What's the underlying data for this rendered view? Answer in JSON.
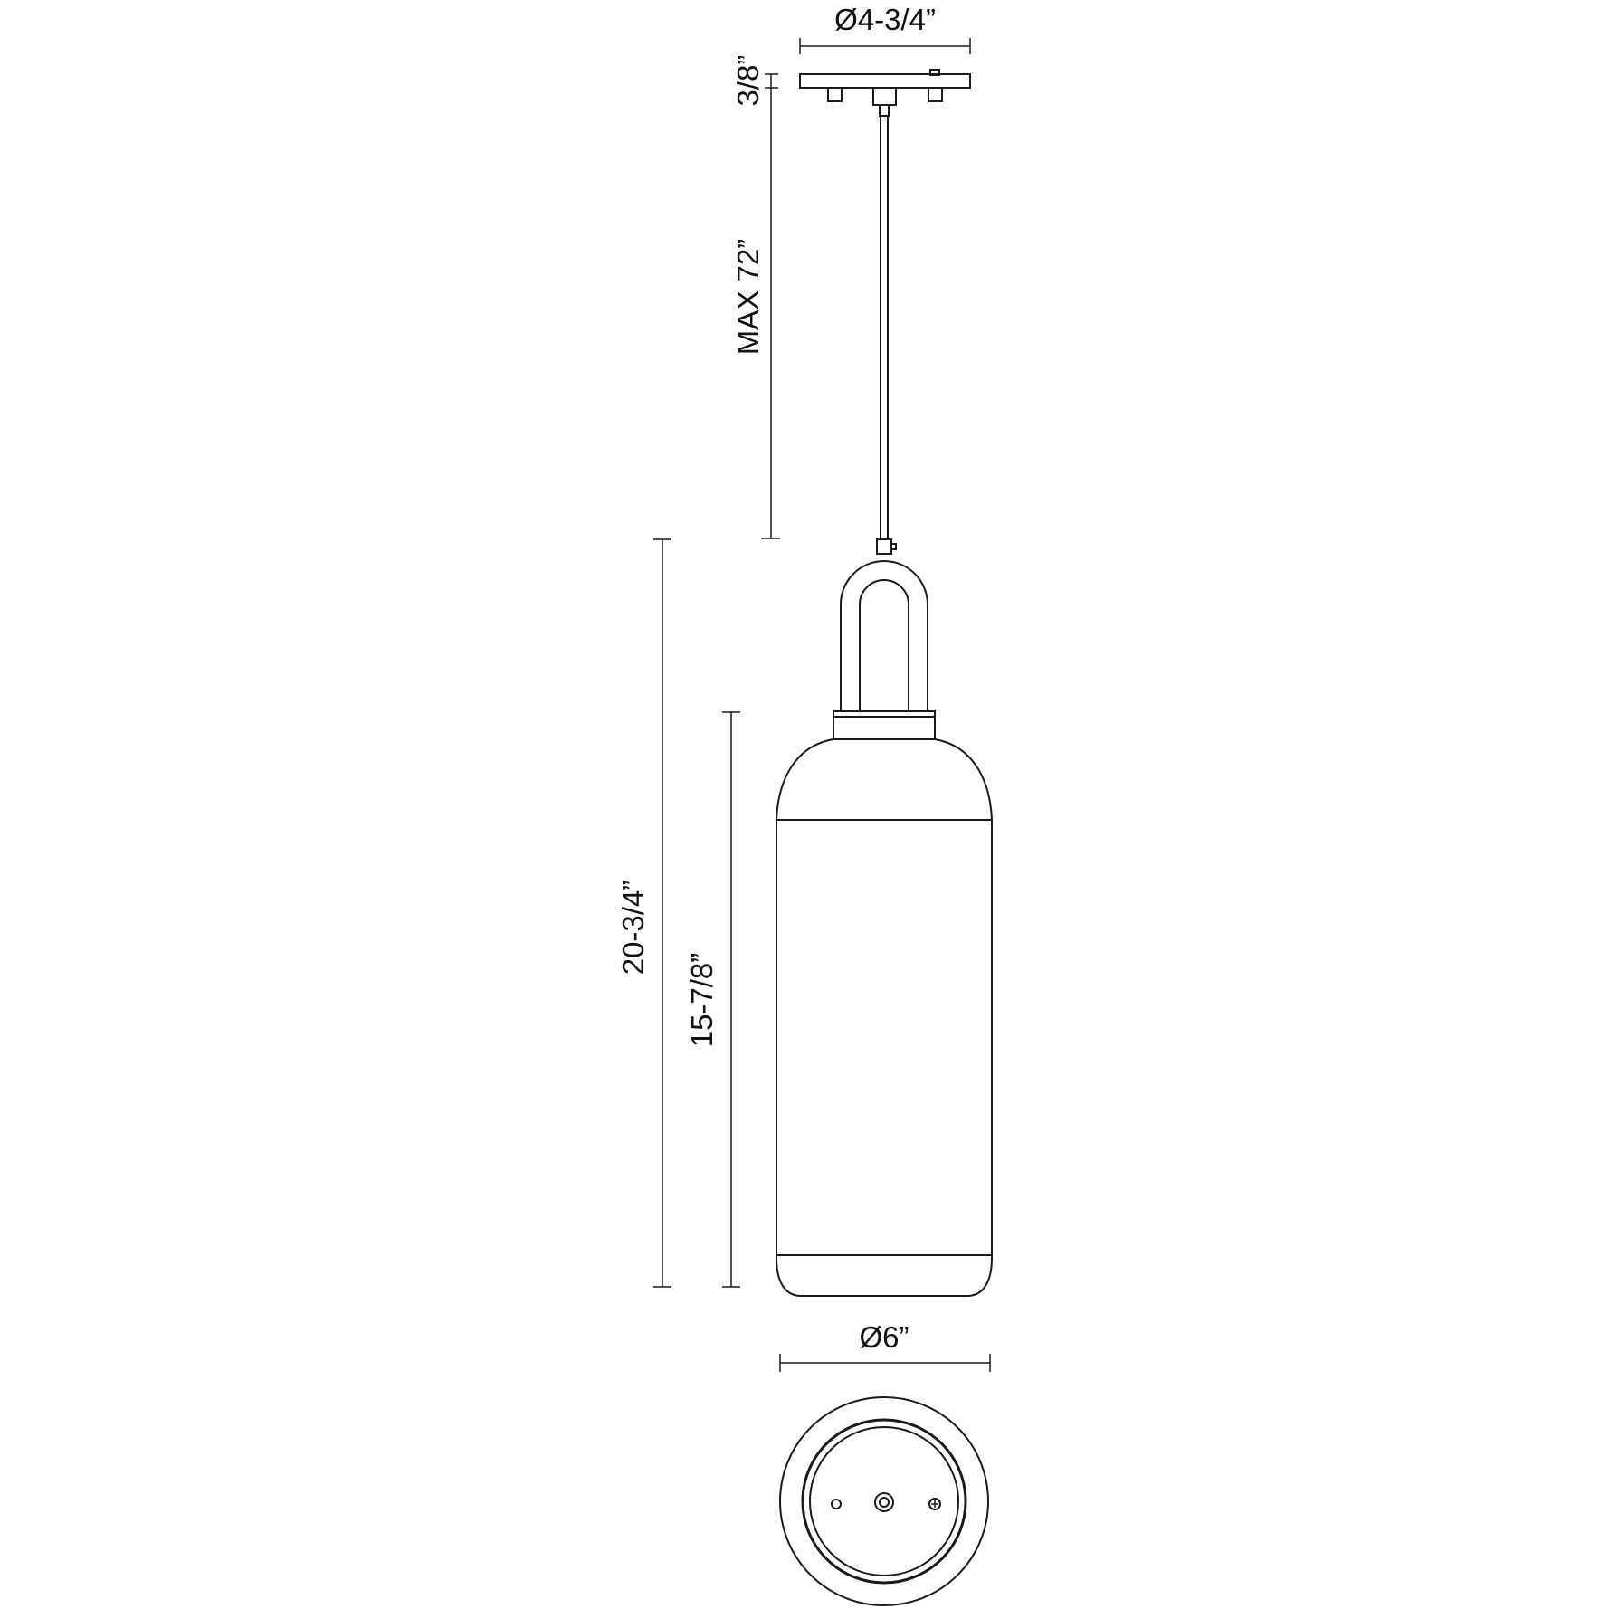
{
  "dimensions": {
    "canopy_diameter": "Ø4-3/4”",
    "canopy_height": "3/8”",
    "max_cord_length": "MAX 72”",
    "overall_height": "20-3/4”",
    "shade_height": "15-7/8”",
    "shade_diameter": "Ø6”"
  },
  "colors": {
    "line": "#1a1a1a",
    "background": "#ffffff"
  }
}
